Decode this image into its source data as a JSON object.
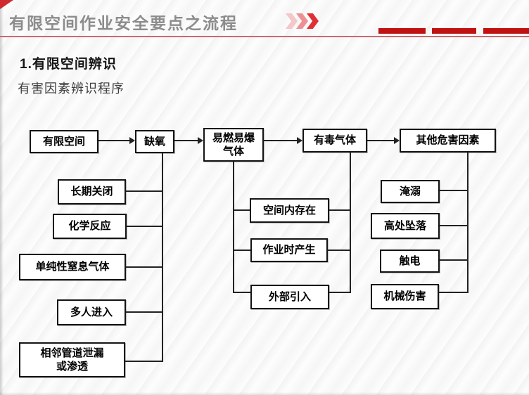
{
  "header": {
    "title": "有限空间作业安全要点之流程"
  },
  "icons": {
    "title_chevrons": "»»»",
    "corner_triangle": "◤"
  },
  "colors": {
    "accent_red": "#c01212",
    "title_gray": "#8c8c8c",
    "underline_pink": "#c96a74",
    "chevron_reds": [
      "#f4c7c9",
      "#ee9093",
      "#df2f35"
    ],
    "node_border": "#141414"
  },
  "section": {
    "heading": "1.有限空间辨识",
    "subheading": "有害因素辨识程序"
  },
  "diagram": {
    "main_flow": [
      {
        "id": "limited-space",
        "label": "有限空间"
      },
      {
        "id": "oxygen-deficiency",
        "label": "缺氧"
      },
      {
        "id": "flammable-explosive-gas",
        "label": "易燃易爆\n气体"
      },
      {
        "id": "toxic-gas",
        "label": "有毒气体"
      },
      {
        "id": "other-hazards",
        "label": "其他危害因素"
      }
    ],
    "oxygen_deficiency_causes": [
      {
        "id": "long-term-closure",
        "label": "长期关闭"
      },
      {
        "id": "chemical-reaction",
        "label": "化学反应"
      },
      {
        "id": "simple-asphyxiating-gas",
        "label": "单纯性窒息气体"
      },
      {
        "id": "multiple-people-entering",
        "label": "多人进入"
      },
      {
        "id": "adjacent-pipeline-leak",
        "label": "相邻管道泄漏\n或渗透"
      }
    ],
    "gas_sources": [
      {
        "id": "exists-in-space",
        "label": "空间内存在"
      },
      {
        "id": "generated-during-work",
        "label": "作业时产生"
      },
      {
        "id": "external-introduction",
        "label": "外部引入"
      }
    ],
    "other_hazard_types": [
      {
        "id": "drowning",
        "label": "淹溺"
      },
      {
        "id": "fall-from-height",
        "label": "高处坠落"
      },
      {
        "id": "electric-shock",
        "label": "触电"
      },
      {
        "id": "mechanical-injury",
        "label": "机械伤害"
      }
    ]
  }
}
